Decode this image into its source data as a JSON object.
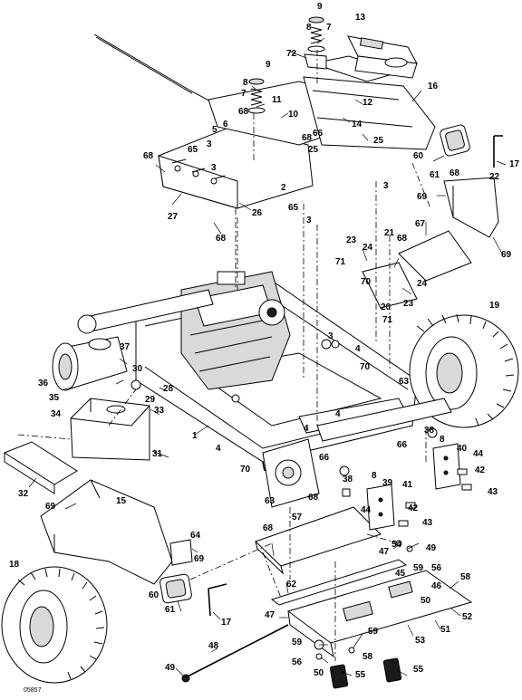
{
  "diagram": {
    "drawing_number": "05857",
    "callout_numbers": [
      "1",
      "2",
      "3",
      "4",
      "5",
      "6",
      "7",
      "8",
      "9",
      "10",
      "11",
      "12",
      "13",
      "14",
      "15",
      "16",
      "17",
      "18",
      "19",
      "20",
      "21",
      "22",
      "23",
      "24",
      "25",
      "26",
      "27",
      "28",
      "29",
      "30",
      "31",
      "32",
      "33",
      "34",
      "35",
      "36",
      "37",
      "38",
      "39",
      "40",
      "41",
      "42",
      "43",
      "44",
      "45",
      "46",
      "47",
      "48",
      "49",
      "50",
      "51",
      "52",
      "53",
      "54",
      "55",
      "56",
      "57",
      "58",
      "59",
      "60",
      "61",
      "62",
      "63",
      "64",
      "65",
      "66",
      "67",
      "68",
      "69",
      "70",
      "71",
      "72"
    ]
  }
}
